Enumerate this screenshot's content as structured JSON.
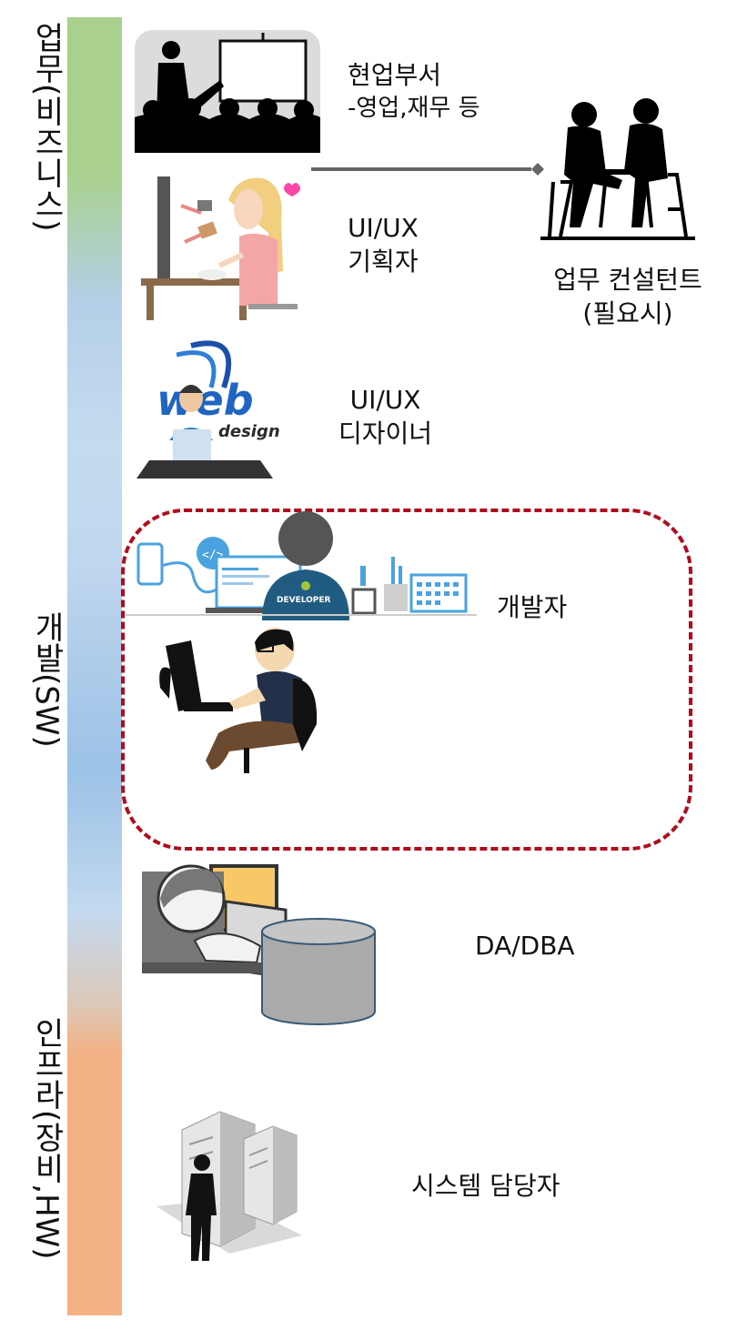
{
  "layers": {
    "business": "업무(비즈니스)",
    "development": "개발(SW)",
    "infra": "인프라(장비,HW)"
  },
  "roles": {
    "line_dept": [
      "현업부서",
      "-영업,재무 등"
    ],
    "planner": [
      "UI/UX",
      "기획자"
    ],
    "designer": [
      "UI/UX",
      "디자이너"
    ],
    "consultant": [
      "업무 컨설턴트",
      "(필요시)"
    ],
    "developer": "개발자",
    "dba": "DA/DBA",
    "sysadmin": "시스템 담당자"
  },
  "illustration_text": {
    "web_logo": "web",
    "web_logo_sub": "design",
    "developer_shirt": "DEVELOPER"
  },
  "colors": {
    "business_band": "#a9d08e",
    "dev_band": "#9bc2e6",
    "infra_band": "#f4b183",
    "dashed_highlight": "#b10c1d",
    "connector": "#666666"
  }
}
